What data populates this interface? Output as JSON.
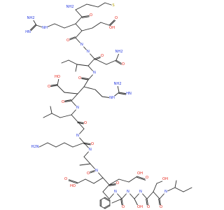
{
  "colors": {
    "bond": "#2b2b2b",
    "oxygen": "#e8261a",
    "nitrogen": "#2a3de0",
    "sulfur": "#b8a200",
    "background": "#ffffff"
  },
  "atom_labels": {
    "oxygen": "O",
    "hydroxyl": "OH",
    "hydroxyl_left": "HO",
    "amine": "NH",
    "amine2": "NH2",
    "amine_h2n": "H2N",
    "imine": "HN",
    "sulfur": "S",
    "nitrogen": "N",
    "hydrogen_n": "H"
  },
  "residue_sequence": [
    "Met",
    "Arg",
    "Glu",
    "Asn",
    "Ile",
    "Arg",
    "Asp",
    "Leu",
    "Gly",
    "Lys",
    "Ala",
    "Glu",
    "Glu",
    "Phe",
    "Ser",
    "Thr",
    "Ile"
  ]
}
